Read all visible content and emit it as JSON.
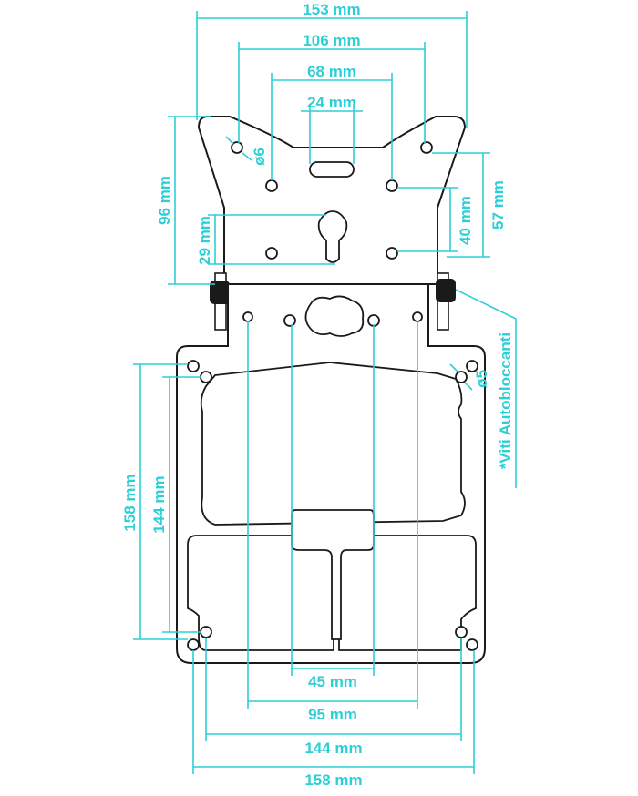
{
  "colors": {
    "dimension": "#2ccfd6",
    "outline": "#1a1a1a",
    "background": "#ffffff"
  },
  "dimensions": {
    "top_width_153": "153 mm",
    "top_width_106": "106 mm",
    "top_width_68": "68 mm",
    "top_width_24": "24 mm",
    "top_height_96": "96 mm",
    "top_height_29": "29 mm",
    "top_height_57": "57 mm",
    "top_height_40": "40 mm",
    "hole_diameter_6": "ø6",
    "hole_diameter_5": "ø5",
    "bottom_height_158": "158 mm",
    "bottom_height_144": "144 mm",
    "bottom_width_45": "45 mm",
    "bottom_width_95": "95 mm",
    "bottom_width_144": "144 mm",
    "bottom_width_158": "158 mm"
  },
  "note": "*Viti Autobloccanti"
}
